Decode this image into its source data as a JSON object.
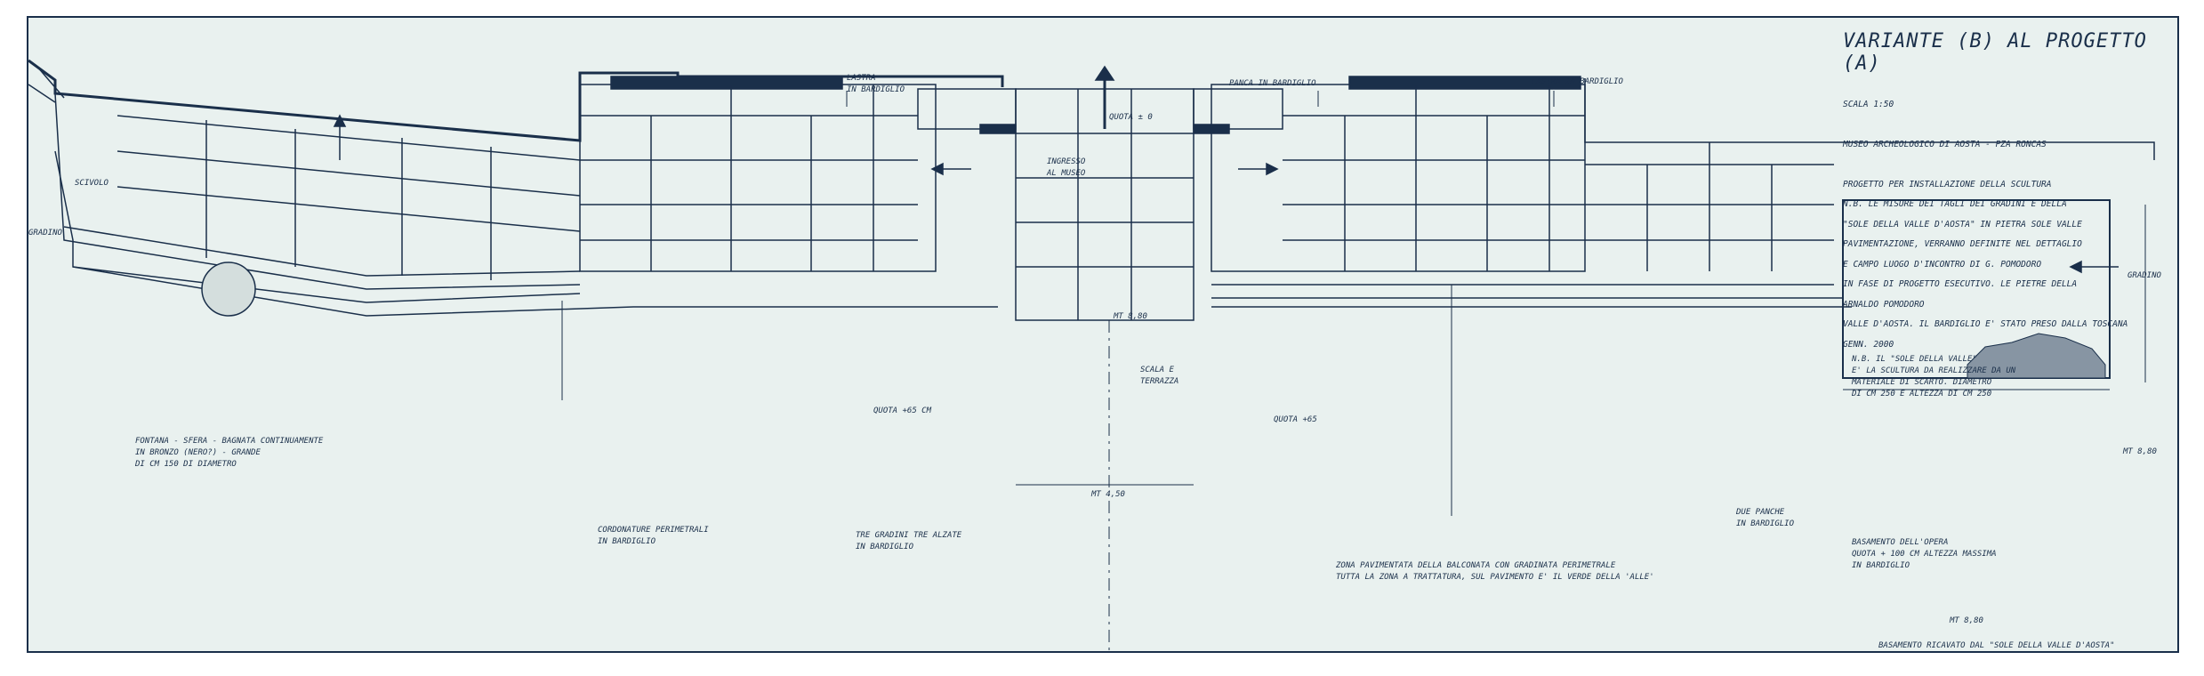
{
  "title_block": {
    "title": "VARIANTE (B) AL PROGETTO (A)",
    "lines": [
      "SCALA 1:50",
      "MUSEO ARCHEOLOGICO DI AOSTA - PZA RONCAS",
      "PROGETTO PER INSTALLAZIONE DELLA SCULTURA",
      "\"SOLE DELLA VALLE D'AOSTA\" IN PIETRA SOLE VALLE",
      "E CAMPO LUOGO D'INCONTRO DI G. POMODORO",
      "ARNALDO POMODORO",
      "GENN. 2000"
    ],
    "note": [
      "N.B. LE MISURE DEI TAGLI DEI GRADINI E DELLA",
      "PAVIMENTAZIONE, VERRANNO DEFINITE NEL DETTAGLIO",
      "IN FASE DI PROGETTO ESECUTIVO. LE PIETRE DELLA",
      "VALLE D'AOSTA. IL BARDIGLIO E' STATO PRESO DALLA TOSCANA"
    ]
  },
  "labels": {
    "lastra_bardiglio_1": "LASTRA\nIN BARDIGLIO",
    "panca_bardiglio": "PANCA IN BARDIGLIO",
    "lastra_bardiglio_2": "LASTRA IN BARDIGLIO",
    "quota_0": "QUOTA ± 0",
    "ingresso_museo": "INGRESSO\nAL MUSEO",
    "scivolo": "SCIVOLO",
    "gradino": "GRADINO",
    "gradino_right": "GRADINO",
    "sfera": "FONTANA - SFERA - BAGNATA CONTINUAMENTE\nIN BRONZO (NERO?) - GRANDE\nDI CM 150 DI DIAMETRO",
    "cordonature": "CORDONATURE PERIMETRALI\nIN BARDIGLIO",
    "tre_gradini": "TRE GRADINI TRE ALZATE\nIN BARDIGLIO",
    "quota_left": "QUOTA +65 CM",
    "quota_right": "QUOTA +65",
    "mt_450": "MT 4,50",
    "mt_880": "MT 8,80",
    "scala_centro": "SCALA E\nTERRAZZA",
    "zona_pavimento": "ZONA PAVIMENTATA DELLA BALCONATA CON GRADINATA PERIMETRALE\nTUTTA LA ZONA A TRATTATURA, SUL PAVIMENTO E' IL VERDE DELLA 'ALLE'",
    "due_panche": "DUE PANCHE\nIN BARDIGLIO",
    "nb_sole": "N.B. IL \"SOLE DELLA VALLE\"\nE' LA SCULTURA DA REALIZZARE DA UN\nMATERIALE DI SCARTO. DIAMETRO\nDI CM 250 E ALTEZZA DI CM 250",
    "basamento": "BASAMENTO DELL'OPERA\nQUOTA + 100 CM ALTEZZA MASSIMA\nIN BARDIGLIO",
    "mt_880_b": "MT 8,80",
    "mt_880_right": "MT 8,80",
    "bottom_note": "BASAMENTO RICAVATO DAL \"SOLE DELLA VALLE D'AOSTA\""
  },
  "colors": {
    "paper": "#e9f1ef",
    "ink": "#1a2f4a"
  }
}
